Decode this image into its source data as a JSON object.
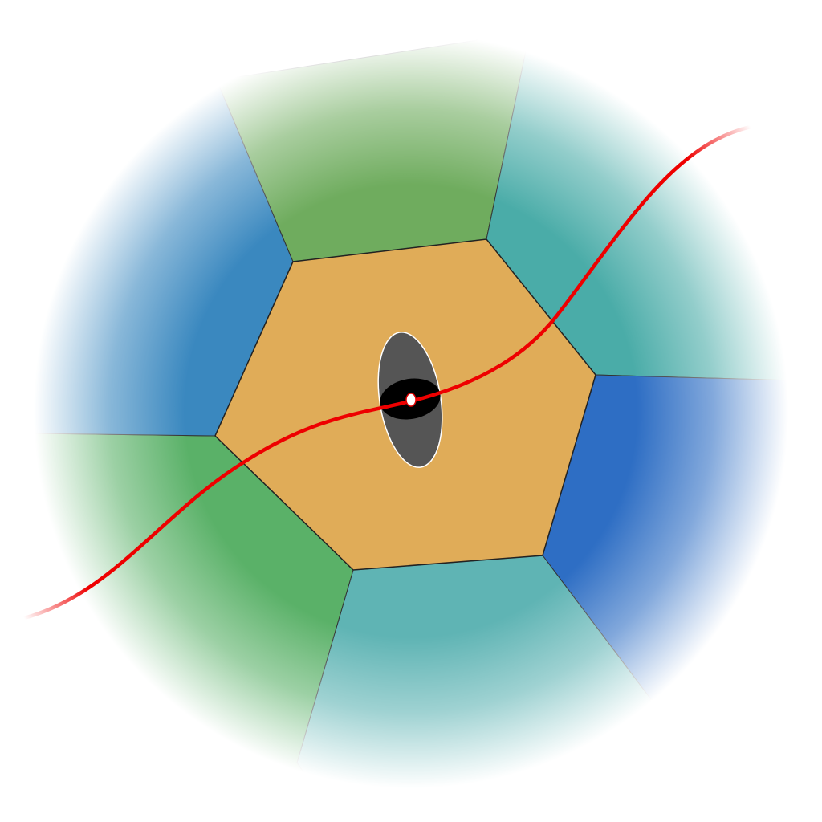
{
  "diagram": {
    "background": "#ffffff",
    "center_cell": {
      "fill": "#e0ac58",
      "stroke": "#222222"
    },
    "neighbor_cells": [
      {
        "id": "green-top",
        "color": "#6fac5e"
      },
      {
        "id": "teal-top-right",
        "color": "#4aaca8"
      },
      {
        "id": "blue-right",
        "color": "#2e6ec4"
      },
      {
        "id": "teal-bottom",
        "color": "#5fb4b4"
      },
      {
        "id": "green-bottom-left",
        "color": "#5ab168"
      },
      {
        "id": "blue-left",
        "color": "#3a88bf"
      }
    ],
    "covariance_ellipse": {
      "fill": "#555555",
      "stroke": "#ffffff"
    },
    "core_ellipse": {
      "fill": "#000000"
    },
    "center_point": {
      "fill": "#ffffff",
      "stroke": "#e00000"
    },
    "trajectory": {
      "color": "#ee0000"
    }
  }
}
